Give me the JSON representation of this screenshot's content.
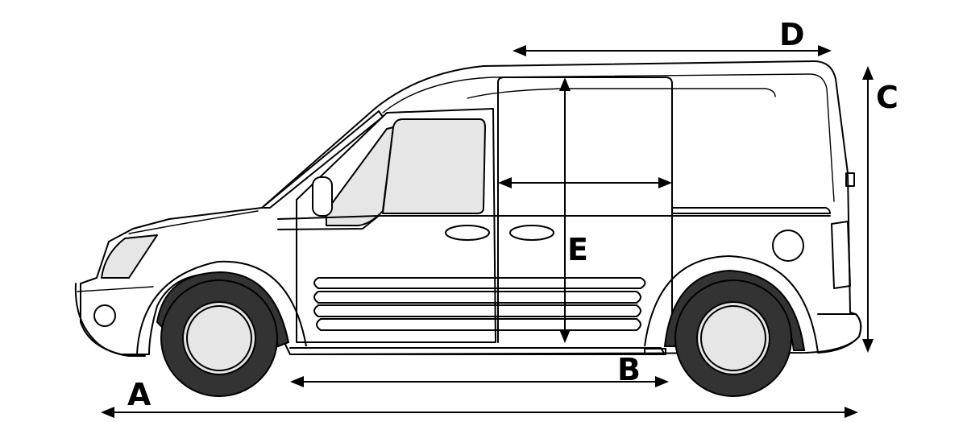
{
  "colors": {
    "outline": "#000000",
    "glass": "#e6e6e6",
    "tire": "#333333",
    "background": "#ffffff"
  },
  "dimensions": [
    {
      "id": "A",
      "label": "A"
    },
    {
      "id": "B",
      "label": "B"
    },
    {
      "id": "C",
      "label": "C"
    },
    {
      "id": "D",
      "label": "D"
    },
    {
      "id": "E",
      "label": "E"
    }
  ]
}
